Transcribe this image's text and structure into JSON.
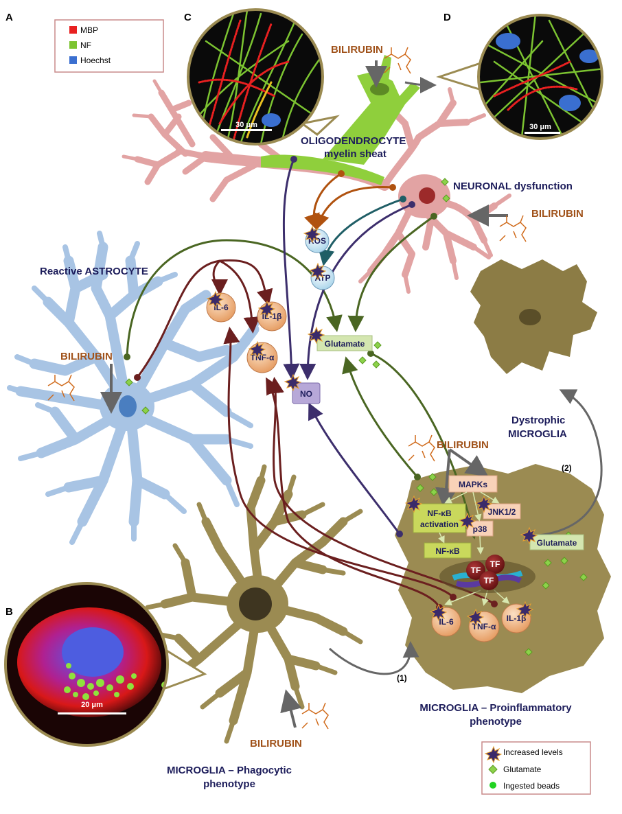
{
  "panels": {
    "a": "A",
    "b": "B",
    "c": "C",
    "d": "D"
  },
  "legend_top": {
    "items": [
      {
        "label": "MBP",
        "color": "#e82020"
      },
      {
        "label": "NF",
        "color": "#7cc431"
      },
      {
        "label": "Hoechst",
        "color": "#3a6fd0"
      }
    ]
  },
  "legend_bottom": {
    "increased": "Increased levels",
    "glutamate": "Glutamate",
    "beads": "Ingested beads"
  },
  "labels": {
    "bilirubin": "BILIRUBIN",
    "oligo_line1": "OLIGODENDROCYTE",
    "oligo_line2": "myelin sheat",
    "neuronal": "NEURONAL dysfunction",
    "astrocyte": "Reactive ASTROCYTE",
    "dystrophic_line1": "Dystrophic",
    "dystrophic_line2": "MICROGLIA",
    "proinflam_line1": "MICROGLIA – Proinflammatory",
    "proinflam_line2": "phenotype",
    "phagocytic_line1": "MICROGLIA – Phagocytic",
    "phagocytic_line2": "phenotype",
    "step1": "(1)",
    "step2": "(2)"
  },
  "molecules": {
    "ros": "ROS",
    "atp": "ATP",
    "il6": "IL-6",
    "il1b": "IL-1β",
    "tnfa": "TNF-α",
    "glutamate": "Glutamate",
    "no": "NO",
    "mapks": "MAPKs",
    "nfkb_act_line1": "NF-κB",
    "nfkb_act_line2": "activation",
    "nfkb": "NF-κB",
    "jnk": "JNK1/2",
    "p38": "p38",
    "tf": "TF"
  },
  "scale_bars": {
    "c": "30 μm",
    "d": "30 μm",
    "b": "20 μm"
  },
  "colors": {
    "oligodendrocyte": "#8fcf3c",
    "neuron": "#e2a3a3",
    "astrocyte": "#a8c4e4",
    "microglia": "#9b8b52",
    "dystrophic": "#8c7c45",
    "bilirubin_text": "#a0521a",
    "navy_text": "#1c1c5a",
    "cytokine": "#f0b080",
    "arrow_red": "#6b1f1f",
    "arrow_green": "#4a6622",
    "arrow_purple": "#3c2e6c",
    "arrow_orange": "#b0520f",
    "arrow_teal": "#1f5e66"
  }
}
